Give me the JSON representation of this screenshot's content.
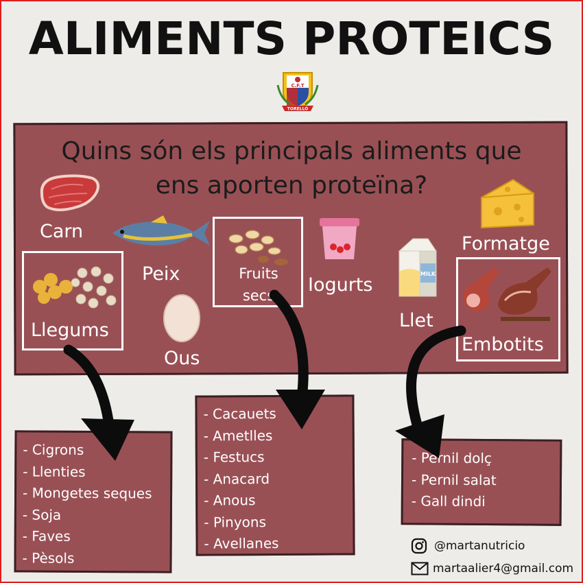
{
  "header": {
    "title": "ALIMENTS PROTEICS"
  },
  "crest": {
    "top_text": "C.F.T",
    "ribbon_text": "TORELLÓ"
  },
  "question": {
    "line1": "Quins són els principals aliments que",
    "line2": "ens aporten proteïna?"
  },
  "foods": {
    "carn": "Carn",
    "peix": "Peix",
    "llegums": "Llegums",
    "ous": "Ous",
    "fruits_secs_1": "Fruits",
    "fruits_secs_2": "secs",
    "iogurts": "Iogurts",
    "llet": "Llet",
    "formatge": "Formatge",
    "embotits": "Embotits",
    "milk_text": "MILK"
  },
  "lists": {
    "llegums": [
      "- Cigrons",
      "- Llenties",
      "- Mongetes seques",
      "- Soja",
      "- Faves",
      "- Pèsols"
    ],
    "fruits_secs": [
      "- Cacauets",
      "- Ametlles",
      "- Festucs",
      "- Anacard",
      "- Anous",
      "- Pinyons",
      "- Avellanes"
    ],
    "embotits": [
      "- Pernil dolç",
      "- Pernil salat",
      "- Gall dindi"
    ]
  },
  "contact": {
    "instagram": "@martanutricio",
    "email": "martaalier4@gmail.com"
  },
  "colors": {
    "panel": "#995055",
    "border": "#e11d1d",
    "background": "#eeece9"
  }
}
